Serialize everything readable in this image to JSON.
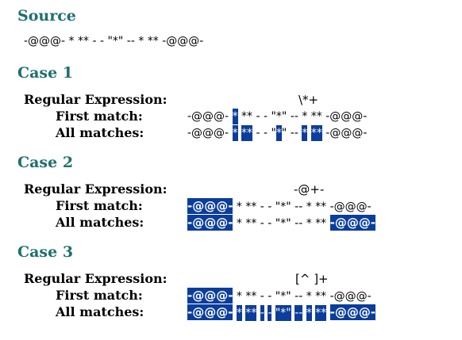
{
  "source": {
    "heading": "Source",
    "text": "-@@@- * ** - - \"*\" -- * ** -@@@-"
  },
  "labels": {
    "regex": "Regular Expression:",
    "first": "First match:",
    "all": "All matches:"
  },
  "cases": [
    {
      "heading": "Case 1",
      "regex": "\\*+",
      "first": [
        {
          "t": "-@@@- ",
          "h": false
        },
        {
          "t": "*",
          "h": true
        },
        {
          "t": " ** - - \"*\" -- * ** -@@@-",
          "h": false
        }
      ],
      "all": [
        {
          "t": "-@@@- ",
          "h": false
        },
        {
          "t": "*",
          "h": true
        },
        {
          "t": " ",
          "h": false
        },
        {
          "t": "**",
          "h": true
        },
        {
          "t": " - - \"",
          "h": false
        },
        {
          "t": "*",
          "h": true
        },
        {
          "t": "\" -- ",
          "h": false
        },
        {
          "t": "*",
          "h": true
        },
        {
          "t": " ",
          "h": false
        },
        {
          "t": "**",
          "h": true
        },
        {
          "t": " -@@@-",
          "h": false
        }
      ]
    },
    {
      "heading": "Case 2",
      "regex": "-@+-",
      "first": [
        {
          "t": "-@@@-",
          "h": true,
          "big": true
        },
        {
          "t": " * ** - - \"*\" -- * ** -@@@-",
          "h": false
        }
      ],
      "all": [
        {
          "t": "-@@@-",
          "h": true,
          "big": true
        },
        {
          "t": " * ** - - \"*\" -- * ** ",
          "h": false
        },
        {
          "t": "-@@@-",
          "h": true,
          "big": true
        }
      ]
    },
    {
      "heading": "Case 3",
      "regex": "[^ ]+",
      "first": [
        {
          "t": "-@@@-",
          "h": true,
          "big": true
        },
        {
          "t": " * ** - - \"*\" -- * ** -@@@-",
          "h": false
        }
      ],
      "all": [
        {
          "t": "-@@@-",
          "h": true,
          "big": true
        },
        {
          "t": " ",
          "h": false
        },
        {
          "t": "*",
          "h": true
        },
        {
          "t": " ",
          "h": false
        },
        {
          "t": "**",
          "h": true
        },
        {
          "t": " ",
          "h": false
        },
        {
          "t": "-",
          "h": true
        },
        {
          "t": " ",
          "h": false
        },
        {
          "t": "-",
          "h": true
        },
        {
          "t": " ",
          "h": false
        },
        {
          "t": "\"*\"",
          "h": true
        },
        {
          "t": " ",
          "h": false
        },
        {
          "t": "--",
          "h": true
        },
        {
          "t": " ",
          "h": false
        },
        {
          "t": "*",
          "h": true
        },
        {
          "t": " ",
          "h": false
        },
        {
          "t": "**",
          "h": true
        },
        {
          "t": " ",
          "h": false
        },
        {
          "t": "-@@@-",
          "h": true,
          "big": true
        }
      ]
    }
  ]
}
